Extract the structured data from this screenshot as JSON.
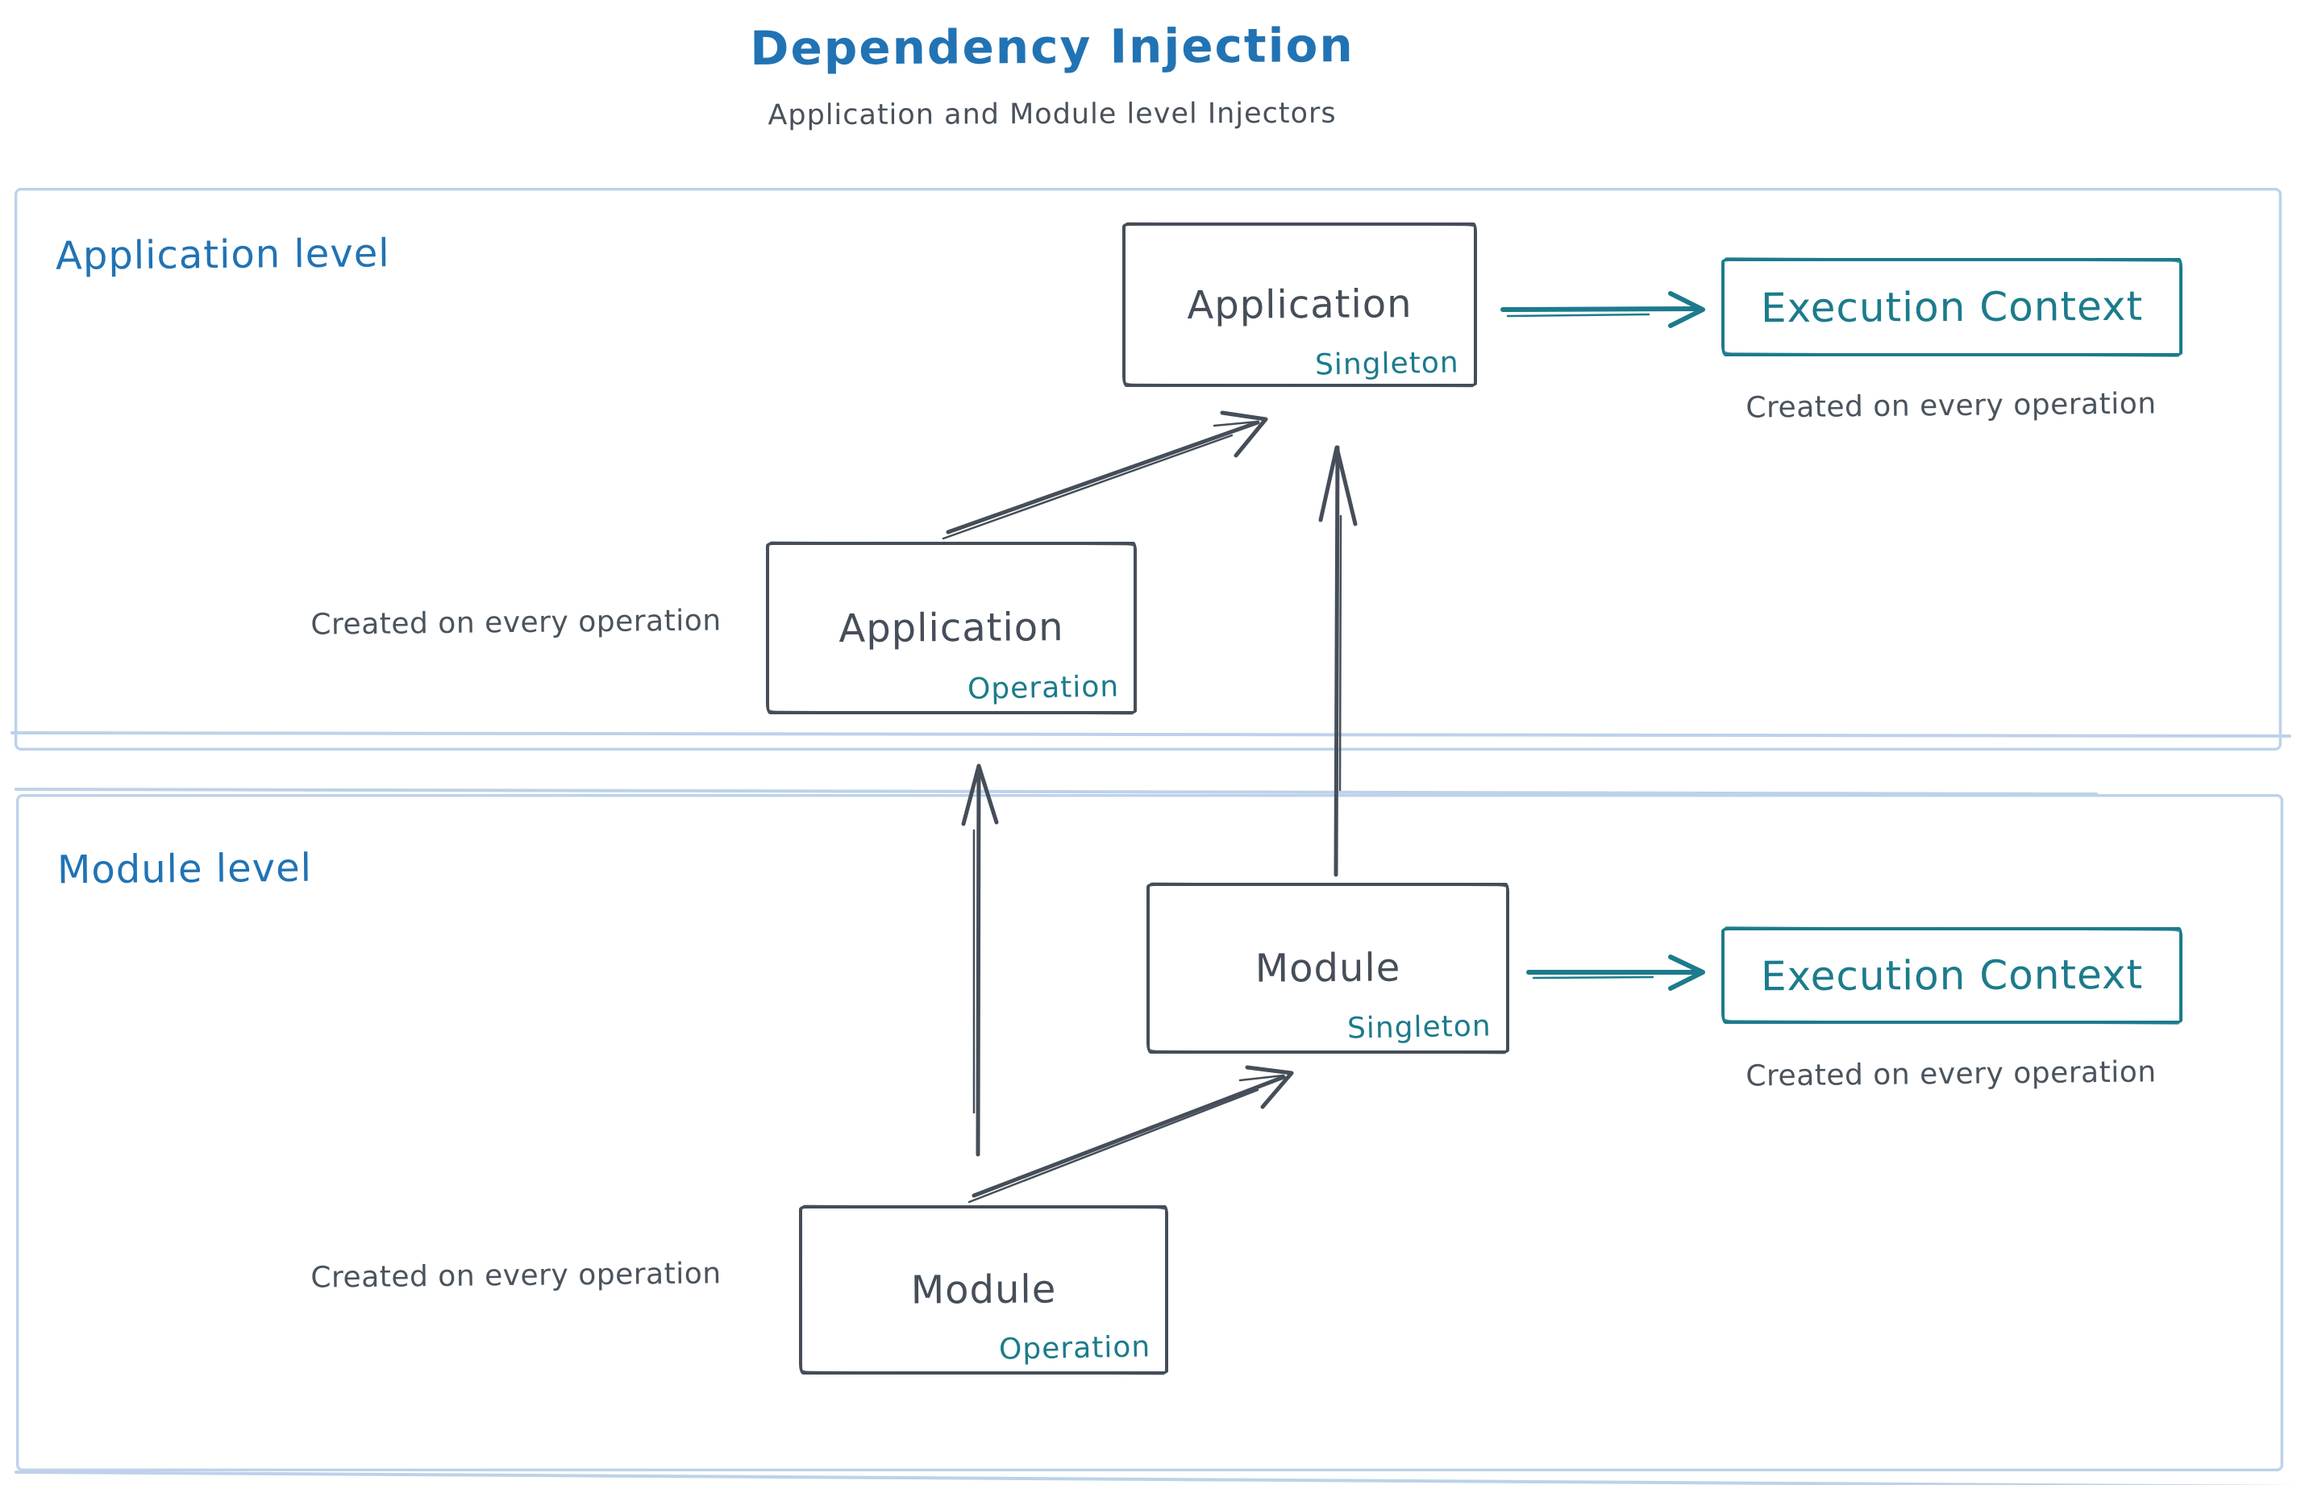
{
  "header": {
    "title": "Dependency Injection",
    "subtitle": "Application and Module level Injectors"
  },
  "colors": {
    "accent_blue": "#2173b4",
    "stroke_slate": "#454e59",
    "accent_teal": "#1c7b8c",
    "container_border": "#bdd2ea"
  },
  "application_level": {
    "label": "Application level",
    "singleton_box": {
      "title": "Application",
      "badge": "Singleton"
    },
    "operation_box": {
      "title": "Application",
      "badge": "Operation"
    },
    "operation_caption": "Created on every operation",
    "execution_context": {
      "label": "Execution Context",
      "caption": "Created on every operation"
    }
  },
  "module_level": {
    "label": "Module level",
    "singleton_box": {
      "title": "Module",
      "badge": "Singleton"
    },
    "operation_box": {
      "title": "Module",
      "badge": "Operation"
    },
    "operation_caption": "Created on every operation",
    "execution_context": {
      "label": "Execution Context",
      "caption": "Created on every operation"
    }
  }
}
